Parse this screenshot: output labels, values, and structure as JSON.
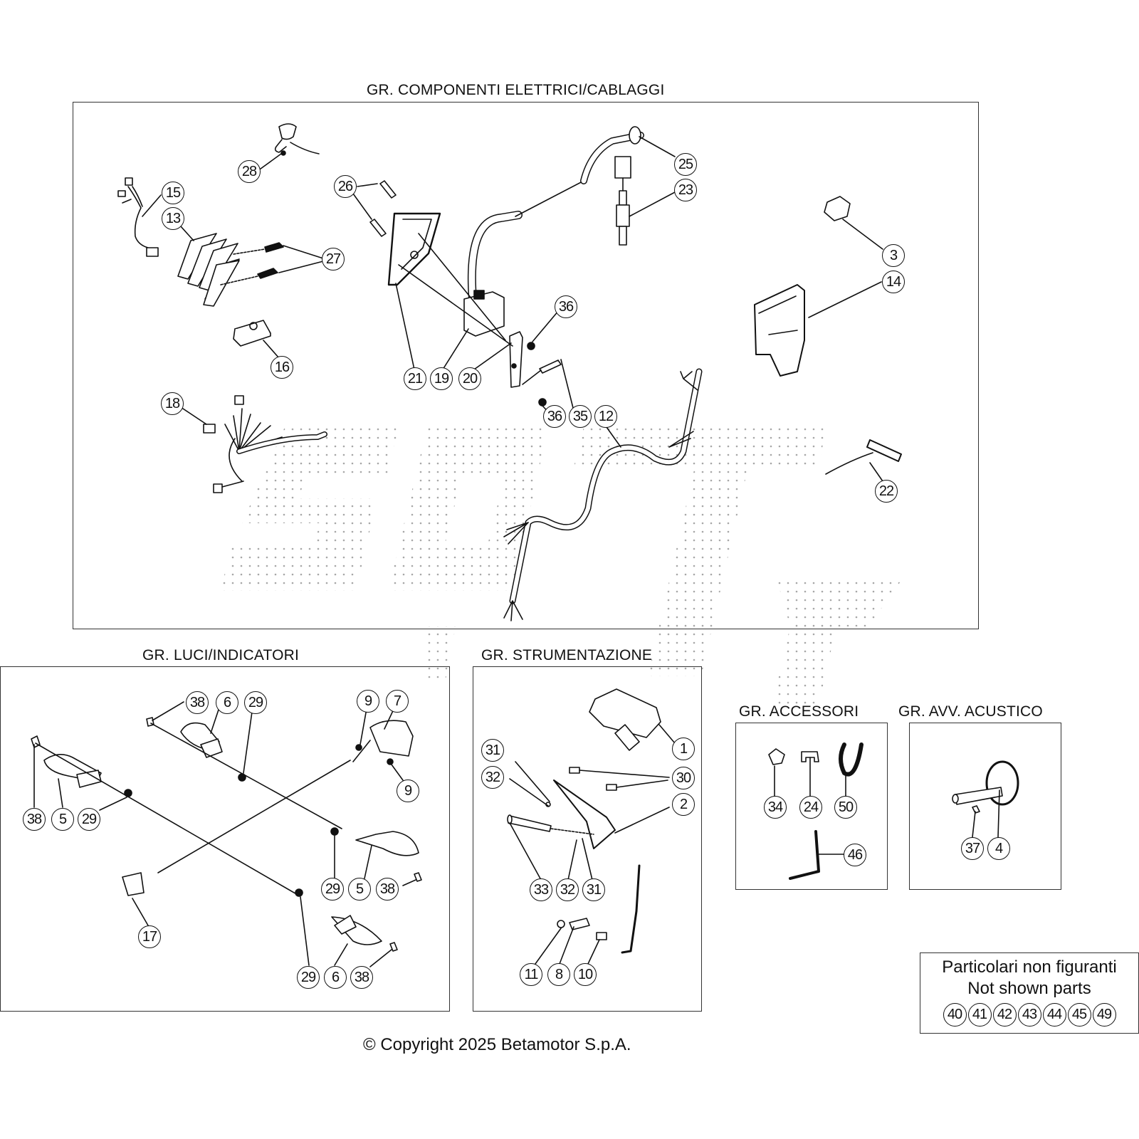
{
  "groups": {
    "electrical": {
      "title": "GR. COMPONENTI ELETTRICI/CABLAGGI"
    },
    "lights": {
      "title": "GR. LUCI/INDICATORI"
    },
    "instruments": {
      "title": "GR. STRUMENTAZIONE"
    },
    "accessories": {
      "title": "GR. ACCESSORI"
    },
    "horn": {
      "title": "GR. AVV. ACUSTICO"
    }
  },
  "callouts": {
    "electrical": [
      "28",
      "15",
      "13",
      "27",
      "16",
      "26",
      "21",
      "19",
      "20",
      "36",
      "36",
      "35",
      "12",
      "25",
      "23",
      "3",
      "14",
      "18",
      "22"
    ],
    "lights": [
      "38",
      "6",
      "29",
      "9",
      "7",
      "9",
      "38",
      "5",
      "29",
      "29",
      "5",
      "38",
      "17",
      "29",
      "6",
      "38"
    ],
    "instruments": [
      "1",
      "31",
      "32",
      "30",
      "2",
      "33",
      "32",
      "31",
      "11",
      "8",
      "10"
    ],
    "accessories": [
      "34",
      "24",
      "50",
      "46"
    ],
    "horn": [
      "37",
      "4"
    ]
  },
  "not_shown": {
    "line1": "Particolari non figuranti",
    "line2": "Not shown parts",
    "parts": [
      "40",
      "41",
      "42",
      "43",
      "44",
      "45",
      "49"
    ]
  },
  "footer": {
    "copyright": "© Copyright 2025 Betamotor S.p.A."
  },
  "watermark": {
    "text": "SOTY",
    "color": "#9a9a9a"
  },
  "colors": {
    "line": "#111111",
    "border": "#333333"
  }
}
